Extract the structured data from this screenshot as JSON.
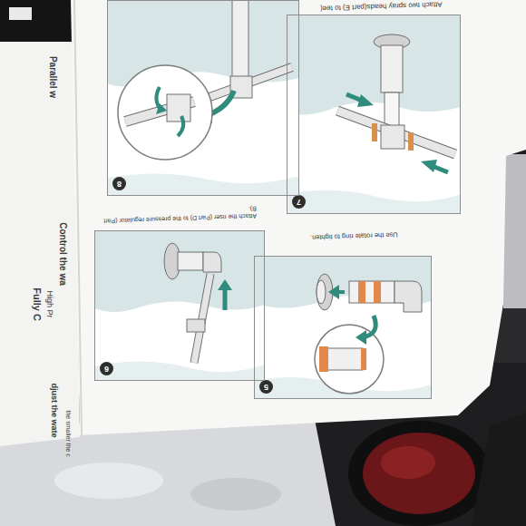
{
  "diagram": {
    "nodes": [
      {
        "text": [
          "5"
        ]
      },
      {
        "text": [
          "6"
        ]
      },
      {
        "text": [
          "7"
        ]
      },
      {
        "text": [
          "8"
        ]
      }
    ],
    "labels": [
      "Attach two spray heads(part E) to tee(",
      "Use the rotate ring to tighten.",
      "Attach the riser (Part D) to the pressure regulator (Part B).",
      "Parallel w",
      "Control the wa",
      "Fully C",
      "High Pr",
      "djust the wate",
      "the smaller the c"
    ]
  }
}
